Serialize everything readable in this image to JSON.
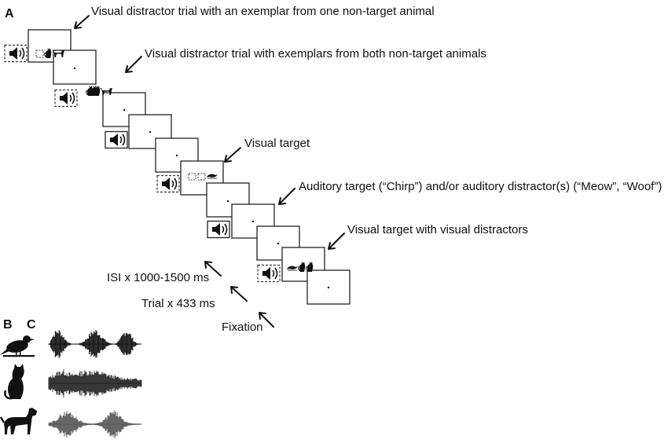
{
  "panels": {
    "a": "A",
    "b": "B",
    "c": "C"
  },
  "annotations": {
    "distractor_one": "Visual distractor trial with an exemplar from one non-target animal",
    "distractor_both": "Visual distractor trial with exemplars from both non-target animals",
    "visual_target": "Visual target",
    "auditory_target": "Auditory target (“Chirp”) and/or auditory distractor(s) (“Meow”, “Woof”)",
    "target_with_distractors": "Visual target with visual distractors",
    "isi": "ISI x 1000-1500 ms",
    "trial": "Trial x 433 ms",
    "fixation": "Fixation"
  },
  "animals": [
    {
      "icon": "bird-icon",
      "sound": "chirp-waveform"
    },
    {
      "icon": "cat-icon",
      "sound": "meow-waveform"
    },
    {
      "icon": "dog-icon",
      "sound": "woof-waveform"
    }
  ]
}
